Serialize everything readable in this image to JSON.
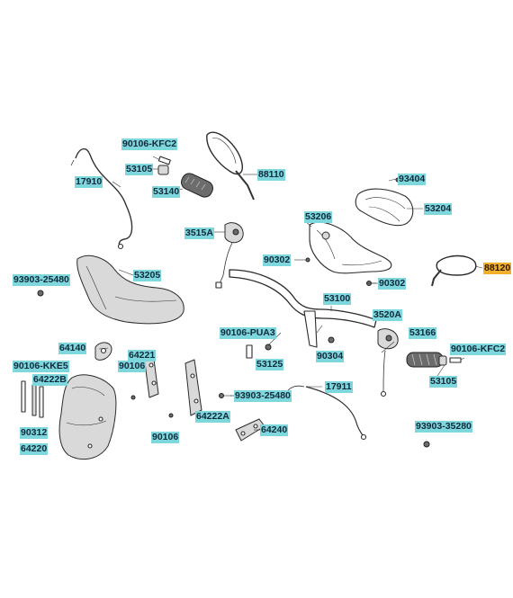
{
  "diagram": {
    "highlight_color": "#7ed7dc",
    "selected_color": "#f3ae2a",
    "labels": {
      "l_90106_kfc2_top": "90106-KFC2",
      "l_53105_top": "53105",
      "l_88110": "88110",
      "l_17910": "17910",
      "l_53140": "53140",
      "l_93404": "93404",
      "l_53204": "53204",
      "l_53206": "53206",
      "l_3515a": "3515A",
      "l_90302_left": "90302",
      "l_88120": "88120",
      "l_93903_25480_left": "93903-25480",
      "l_53205": "53205",
      "l_90302_right": "90302",
      "l_53100": "53100",
      "l_3520a": "3520A",
      "l_64140": "64140",
      "l_64221": "64221",
      "l_90106_pua3": "90106-PUA3",
      "l_53166": "53166",
      "l_90106_kfc2_right": "90106-KFC2",
      "l_90106_kke5": "90106-KKE5",
      "l_90106_mid": "90106",
      "l_90304": "90304",
      "l_53125": "53125",
      "l_53105_right": "53105",
      "l_64222b": "64222B",
      "l_17911": "17911",
      "l_93903_25480_mid": "93903-25480",
      "l_64222a": "64222A",
      "l_90312": "90312",
      "l_93903_35280": "93903-35280",
      "l_64240": "64240",
      "l_90106_bottom": "90106",
      "l_64220": "64220"
    }
  }
}
